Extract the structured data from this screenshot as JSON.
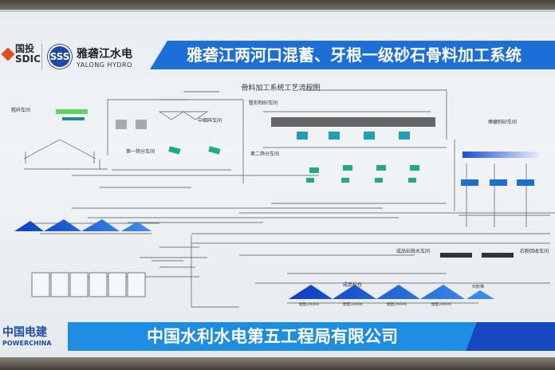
{
  "header": {
    "logo_sdic_cn": "国投",
    "logo_sdic_en": "SDIC",
    "logo_yalong_cn": "雅砻江水电",
    "logo_yalong_en": "YALONG HYDRO",
    "title": "雅砻江两河口混蓄、牙根一级砂石骨料加工系统"
  },
  "diagram": {
    "title": "骨料加工系统工艺流程图",
    "workshops": {
      "coarse": "粗碎车间",
      "medium": "中细碎车间",
      "shaping": "整形制砂车间",
      "screen1": "第一筛分车间",
      "screen2": "第二筛分车间",
      "rodmill": "棒磨制砂车间",
      "dewater": "成品砂脱水车间",
      "powder": "石粉回收车间",
      "sand_bin": "成品砂仓",
      "powder_pile": "石粉堆"
    },
    "pile_labels": [
      "储量29000t",
      "储量29000t",
      "储量29000t",
      "储量29000t"
    ]
  },
  "footer": {
    "logo_cn": "中国电建",
    "logo_en": "POWERCHINA",
    "company": "中国水利水电第五工程局有限公司"
  },
  "colors": {
    "banner": "#1c6fd6",
    "footer_banner": "#1e8ce0",
    "pile": "#1f5fd0"
  }
}
